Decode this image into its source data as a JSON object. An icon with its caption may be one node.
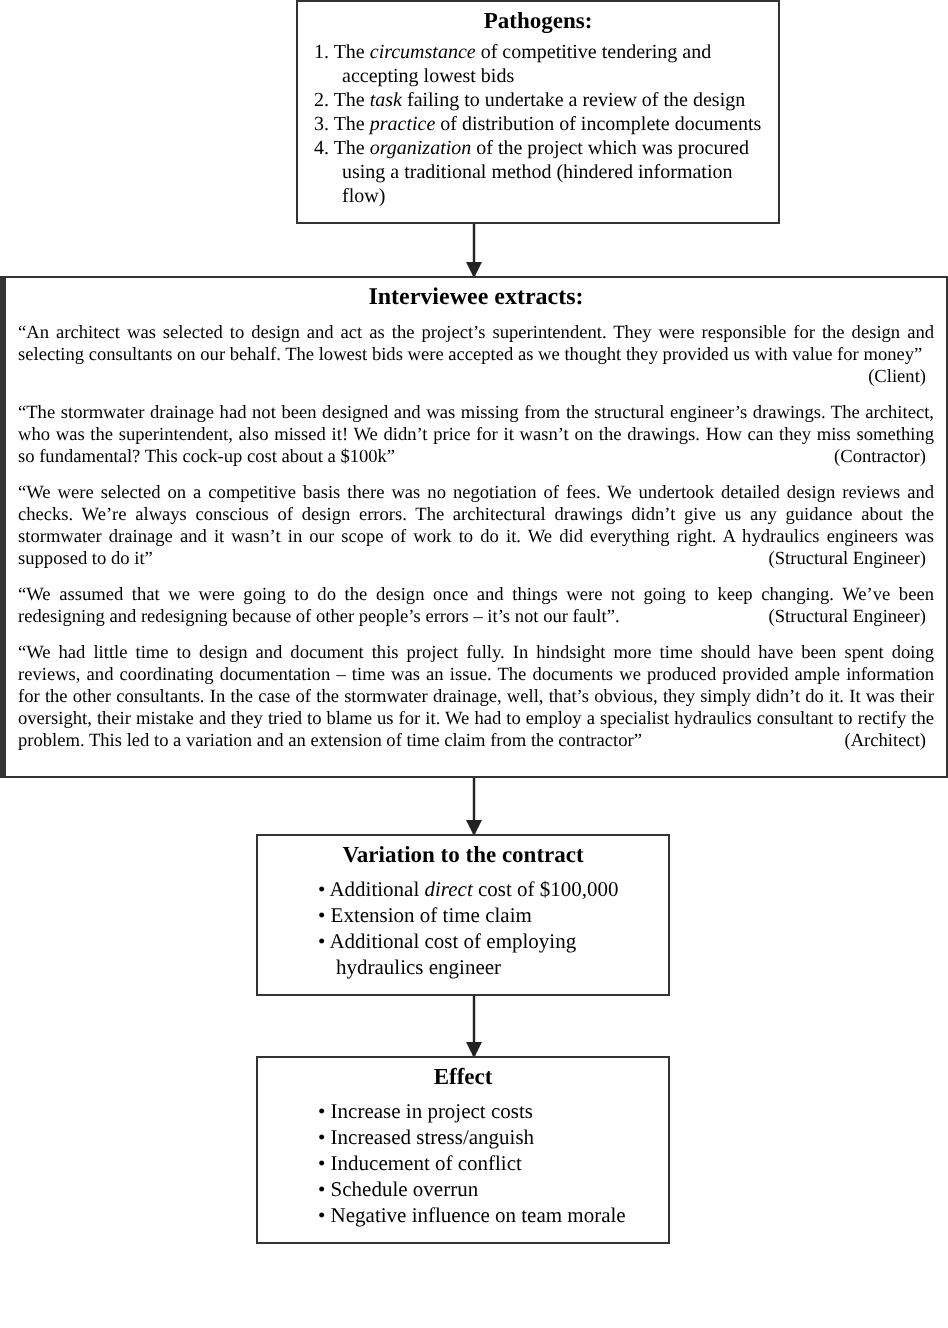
{
  "diagram": {
    "nodes": [
      {
        "text": [
          "Pathogens:",
          "1. The *circumstance* of competitive tendering and accepting lowest bids",
          "2. The *task* failing to undertake a review of the design",
          "3. The *practice* of distribution of incomplete documents",
          "4. The *organization* of the project which was procured using a traditional method (hindered information flow)"
        ]
      },
      {
        "text": [
          "Interviewee extracts:",
          "“An architect was selected to design and act as the project’s superintendent. They were responsible for the design and selecting consultants on our behalf. The lowest bids were accepted as we thought they provided us with value for money”",
          "(Client)",
          "“The stormwater drainage had not been designed and was missing from the structural engineer’s drawings. The architect, who was the superintendent, also missed it! We didn’t price for it wasn’t on the drawings. How can they miss something so fundamental? This cock-up cost about a $100k”",
          "(Contractor)",
          "“We were selected on a competitive basis there was no negotiation of fees. We undertook detailed design reviews and checks. We’re always conscious of design errors. The architectural drawings didn’t give us any guidance about the stormwater drainage and it wasn’t in our scope of work to do it. We did everything right. A hydraulics engineers was supposed to do it”",
          "(Structural Engineer)",
          "“We assumed that we were going to do the design once and things were not going to keep changing. We’ve been redesigning and redesigning because of other people’s errors – it’s not our fault”.",
          "(Structural Engineer)",
          "“We had little time to design and document this project fully. In hindsight more time should have been spent doing reviews, and coordinating documentation – time was an issue. The documents we produced provided ample information for the other consultants. In the case of the stormwater drainage, well, that’s obvious, they simply didn’t do it. It was their oversight, their mistake and they tried to blame us for it. We had to employ a specialist hydraulics consultant to rectify the problem. This led to a variation and an extension of time claim from the contractor”",
          "(Architect)"
        ]
      },
      {
        "text": [
          "Variation to the contract",
          "• Additional *direct* cost of $100,000",
          "• Extension of time claim",
          "• Additional cost of employing hydraulics engineer"
        ]
      },
      {
        "text": [
          "Effect",
          "• Increase in project costs",
          "• Increased stress/anguish",
          "• Inducement of conflict",
          "• Schedule overrun",
          "• Negative influence on team morale"
        ]
      }
    ],
    "edges": [
      {
        "from": 0,
        "to": 1,
        "arrow": "to"
      },
      {
        "from": 1,
        "to": 2,
        "arrow": "to"
      },
      {
        "from": 2,
        "to": 3,
        "arrow": "to"
      }
    ]
  }
}
